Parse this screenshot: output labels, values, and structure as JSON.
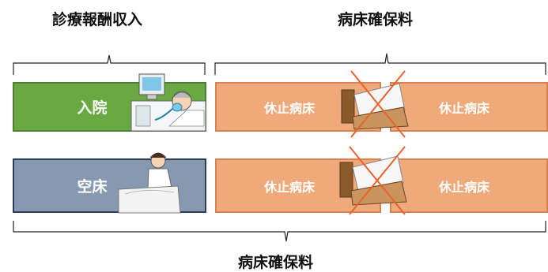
{
  "headings": {
    "revenue": "診療報酬収入",
    "reserve_top": "病床確保料",
    "reserve_bottom": "病床確保料"
  },
  "rows": [
    {
      "left": {
        "label": "入院",
        "color": "#6aa843",
        "icon": "patient-ventilator-icon"
      },
      "suspended": [
        "休止病床",
        "休止病床"
      ]
    },
    {
      "left": {
        "label": "空床",
        "color": "#8799b1",
        "icon": "nurse-making-bed-icon"
      },
      "suspended": [
        "休止病床",
        "休止病床"
      ]
    }
  ],
  "colors": {
    "occupied": "#6aa843",
    "vacant": "#8799b1",
    "suspended": "#f0a97a",
    "cross": "#e8622b"
  },
  "icons": [
    "patient-ventilator-icon",
    "nurse-making-bed-icon",
    "hospital-bed-icon",
    "crossed-out-bed-icon"
  ]
}
